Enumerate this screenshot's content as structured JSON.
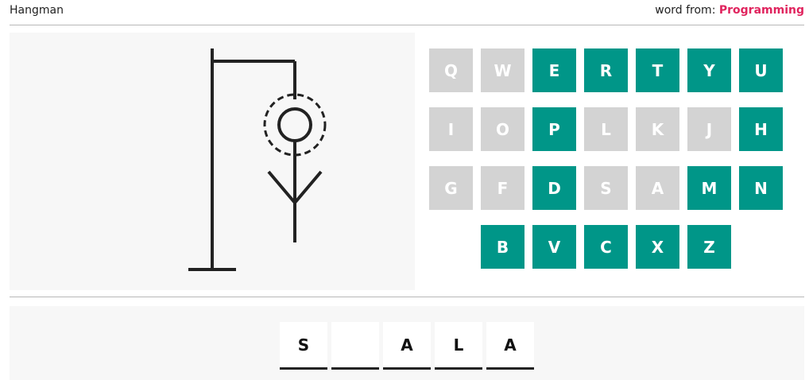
{
  "header": {
    "title": "Hangman",
    "word_from_label": "word from:",
    "category": "Programming"
  },
  "gallows": {
    "parts_shown": [
      "base",
      "pole",
      "beam",
      "rope",
      "head",
      "body",
      "left-arm",
      "right-arm"
    ],
    "head_highlight": "dashed-ring",
    "stroke_color": "#222222"
  },
  "keyboard": {
    "colors": {
      "available": "#009688",
      "used": "#d3d3d3"
    },
    "rows": [
      [
        {
          "letter": "Q",
          "state": "used"
        },
        {
          "letter": "W",
          "state": "used"
        },
        {
          "letter": "E",
          "state": "available"
        },
        {
          "letter": "R",
          "state": "available"
        },
        {
          "letter": "T",
          "state": "available"
        },
        {
          "letter": "Y",
          "state": "available"
        },
        {
          "letter": "U",
          "state": "available"
        }
      ],
      [
        {
          "letter": "I",
          "state": "used"
        },
        {
          "letter": "O",
          "state": "used"
        },
        {
          "letter": "P",
          "state": "available"
        },
        {
          "letter": "L",
          "state": "used"
        },
        {
          "letter": "K",
          "state": "used"
        },
        {
          "letter": "J",
          "state": "used"
        },
        {
          "letter": "H",
          "state": "available"
        }
      ],
      [
        {
          "letter": "G",
          "state": "used"
        },
        {
          "letter": "F",
          "state": "used"
        },
        {
          "letter": "D",
          "state": "available"
        },
        {
          "letter": "S",
          "state": "used"
        },
        {
          "letter": "A",
          "state": "used"
        },
        {
          "letter": "M",
          "state": "available"
        },
        {
          "letter": "N",
          "state": "available"
        }
      ],
      [
        {
          "letter": "B",
          "state": "available"
        },
        {
          "letter": "V",
          "state": "available"
        },
        {
          "letter": "C",
          "state": "available"
        },
        {
          "letter": "X",
          "state": "available"
        },
        {
          "letter": "Z",
          "state": "available"
        }
      ]
    ]
  },
  "word": {
    "slots": [
      "S",
      "",
      "A",
      "L",
      "A"
    ]
  }
}
